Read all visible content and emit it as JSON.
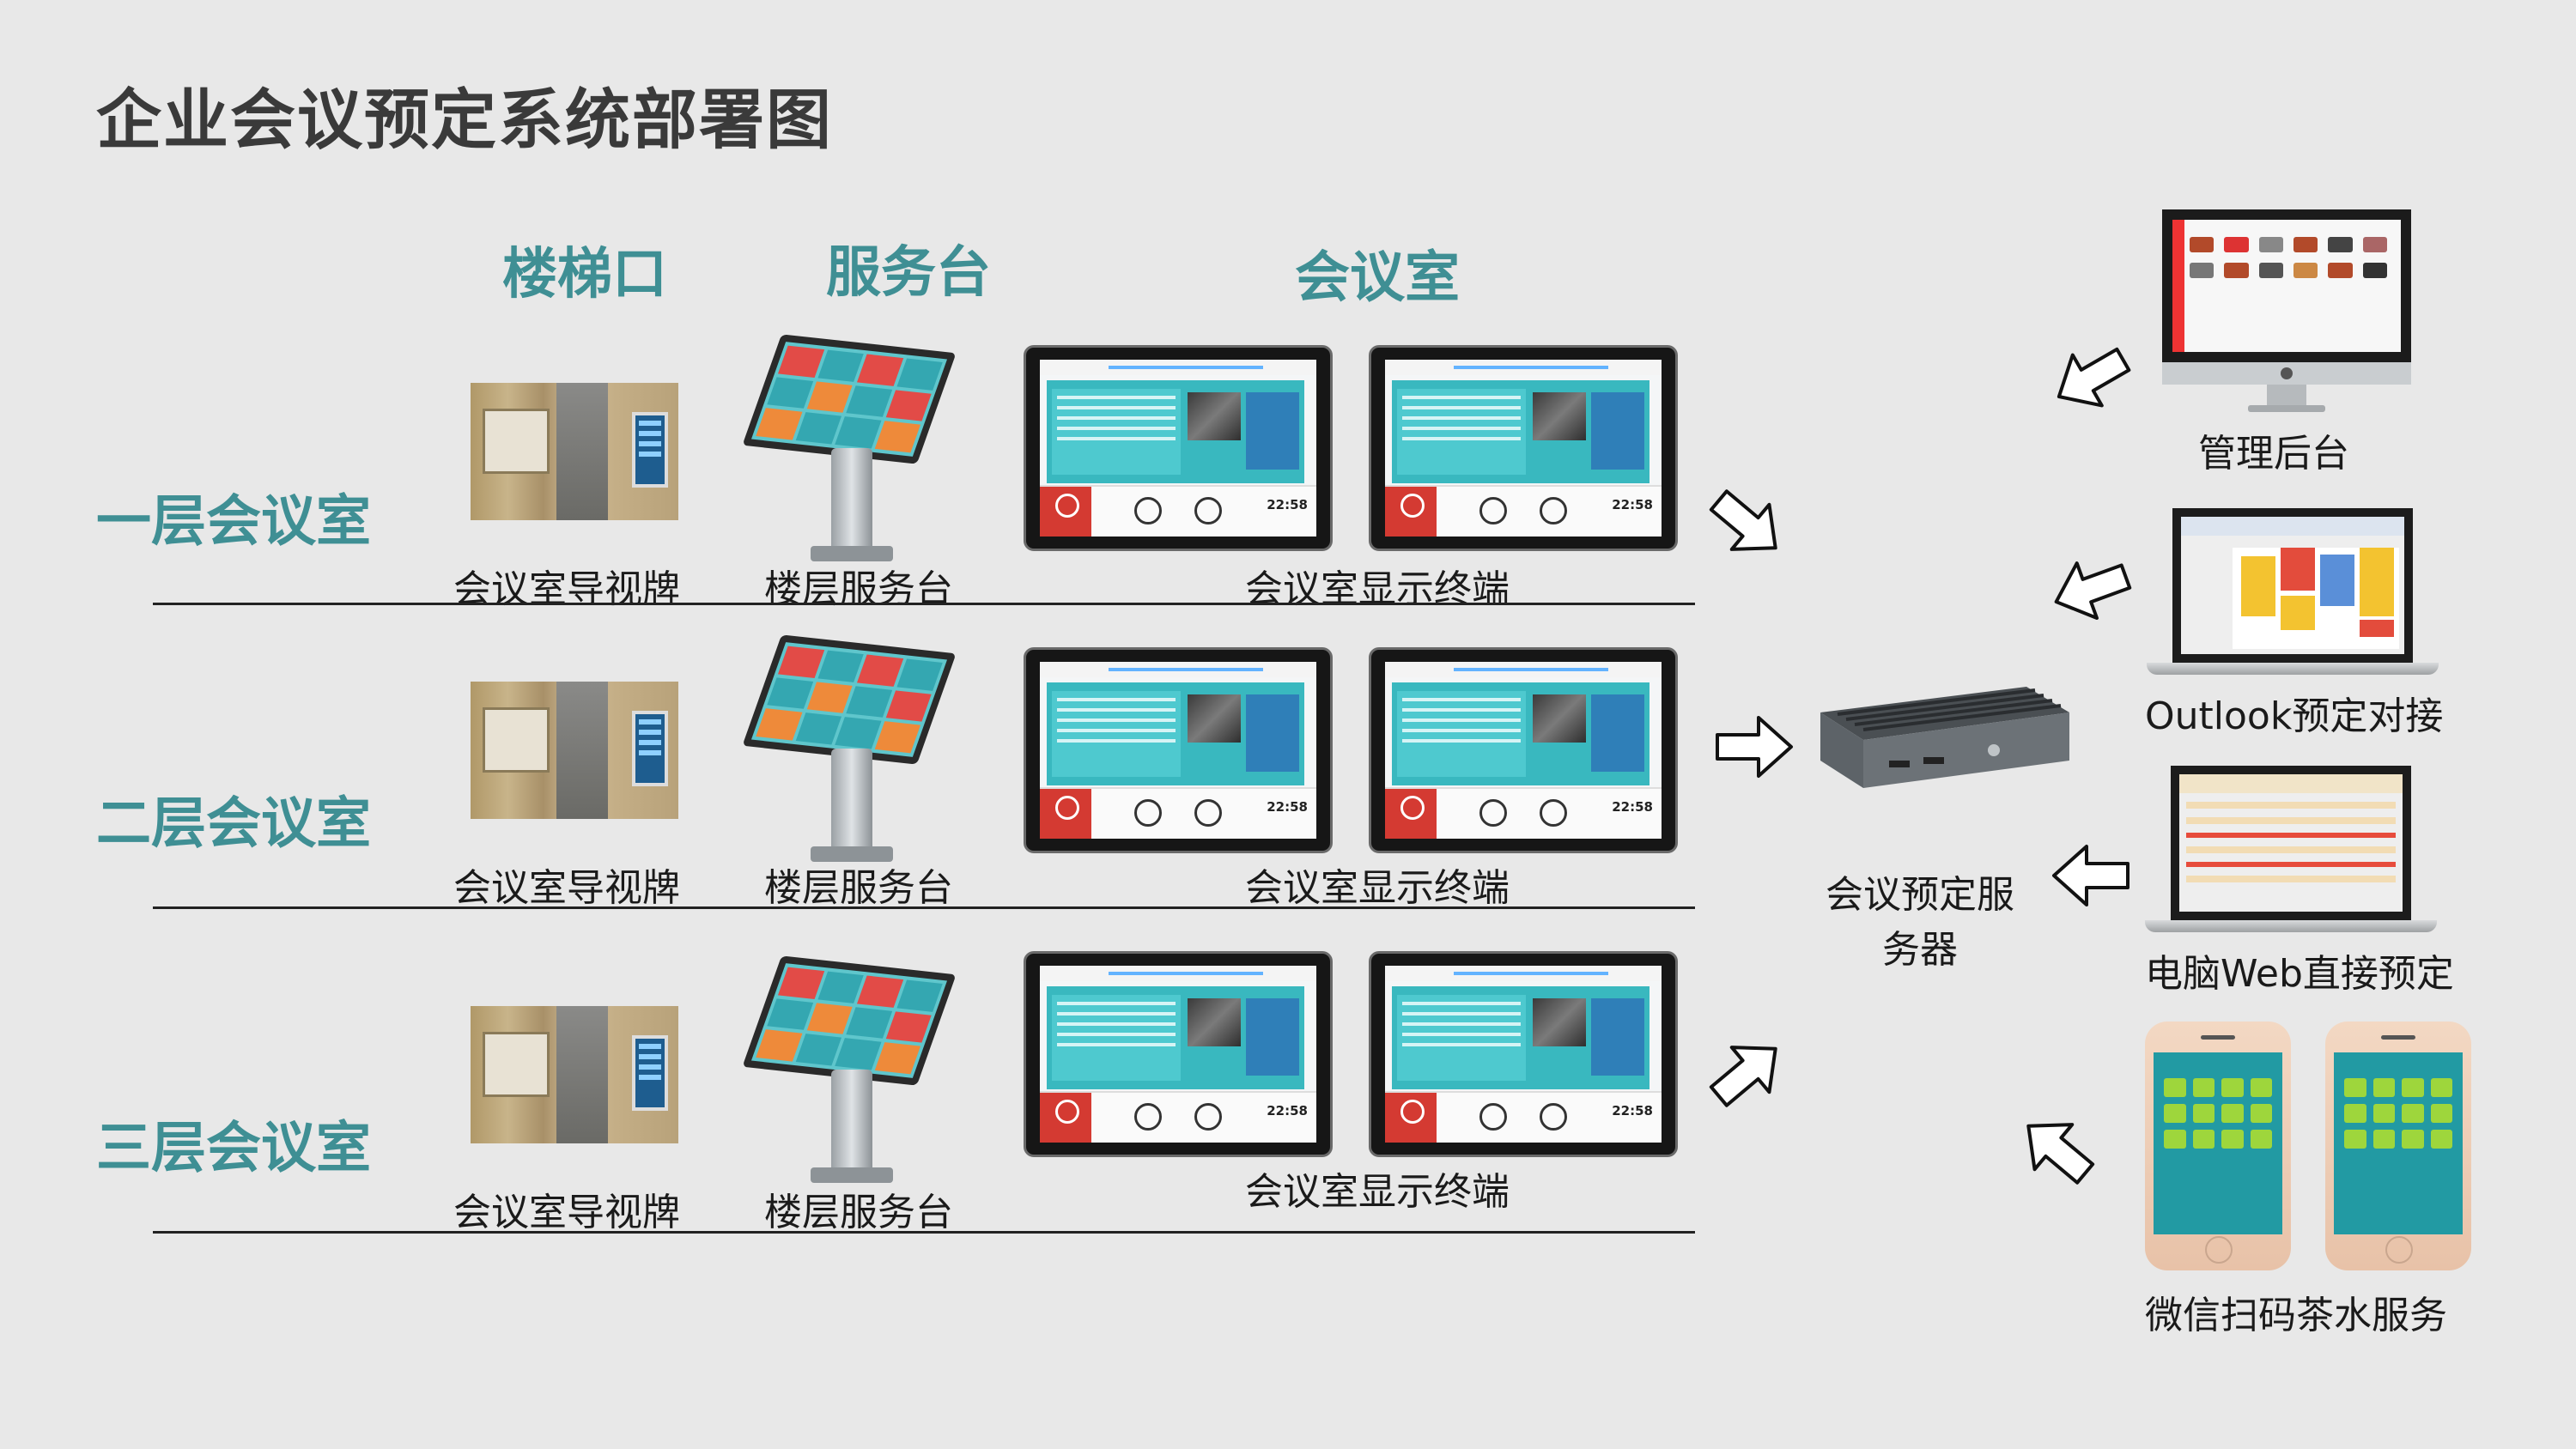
{
  "title": "企业会议预定系统部署图",
  "columns": {
    "stairs": "楼梯口",
    "service": "服务台",
    "room": "会议室"
  },
  "floors": [
    {
      "label": "一层会议室",
      "signboard": "会议室导视牌",
      "service_desk": "楼层服务台",
      "terminal": "会议室显示终端"
    },
    {
      "label": "二层会议室",
      "signboard": "会议室导视牌",
      "service_desk": "楼层服务台",
      "terminal": "会议室显示终端"
    },
    {
      "label": "三层会议室",
      "signboard": "会议室导视牌",
      "service_desk": "楼层服务台",
      "terminal": "会议室显示终端"
    }
  ],
  "terminal_clock": "22:58",
  "server": {
    "label_line1": "会议预定服",
    "label_line2": "务器"
  },
  "clients": {
    "admin": "管理后台",
    "outlook": "Outlook预定对接",
    "web": "电脑Web直接预定",
    "wechat": "微信扫码茶水服务"
  },
  "colors": {
    "accent": "#3f8f94",
    "background": "#e8e8e8",
    "title": "#3a3a3a"
  }
}
